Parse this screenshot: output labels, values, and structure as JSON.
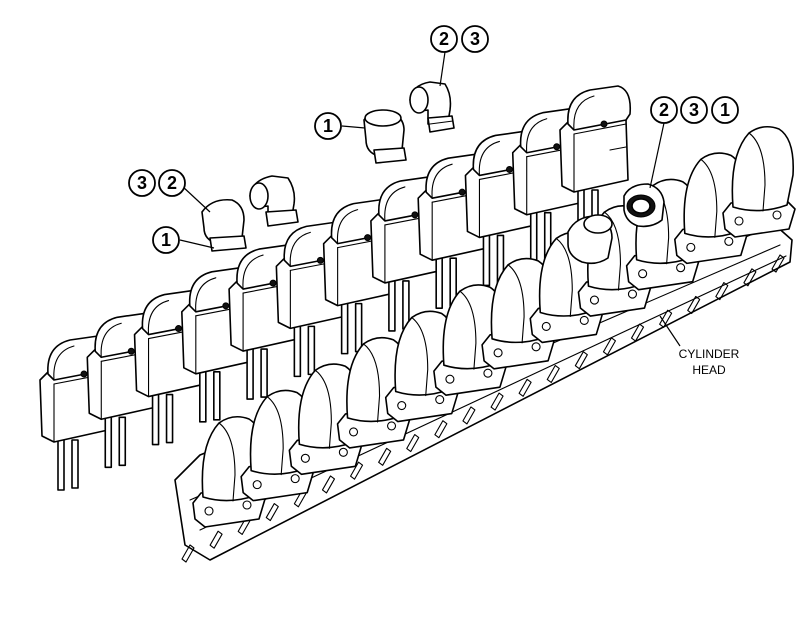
{
  "callouts": [
    {
      "id": "callout-group-1",
      "numbers": [
        "2",
        "3"
      ]
    },
    {
      "id": "callout-group-2",
      "numbers": [
        "1"
      ]
    },
    {
      "id": "callout-group-3",
      "numbers": [
        "2",
        "3",
        "1"
      ]
    },
    {
      "id": "callout-group-4",
      "numbers": [
        "3",
        "2"
      ]
    },
    {
      "id": "callout-group-5",
      "numbers": [
        "1"
      ]
    }
  ],
  "labels": {
    "cylinder_head_line1": "CYLINDER",
    "cylinder_head_line2": "HEAD"
  }
}
